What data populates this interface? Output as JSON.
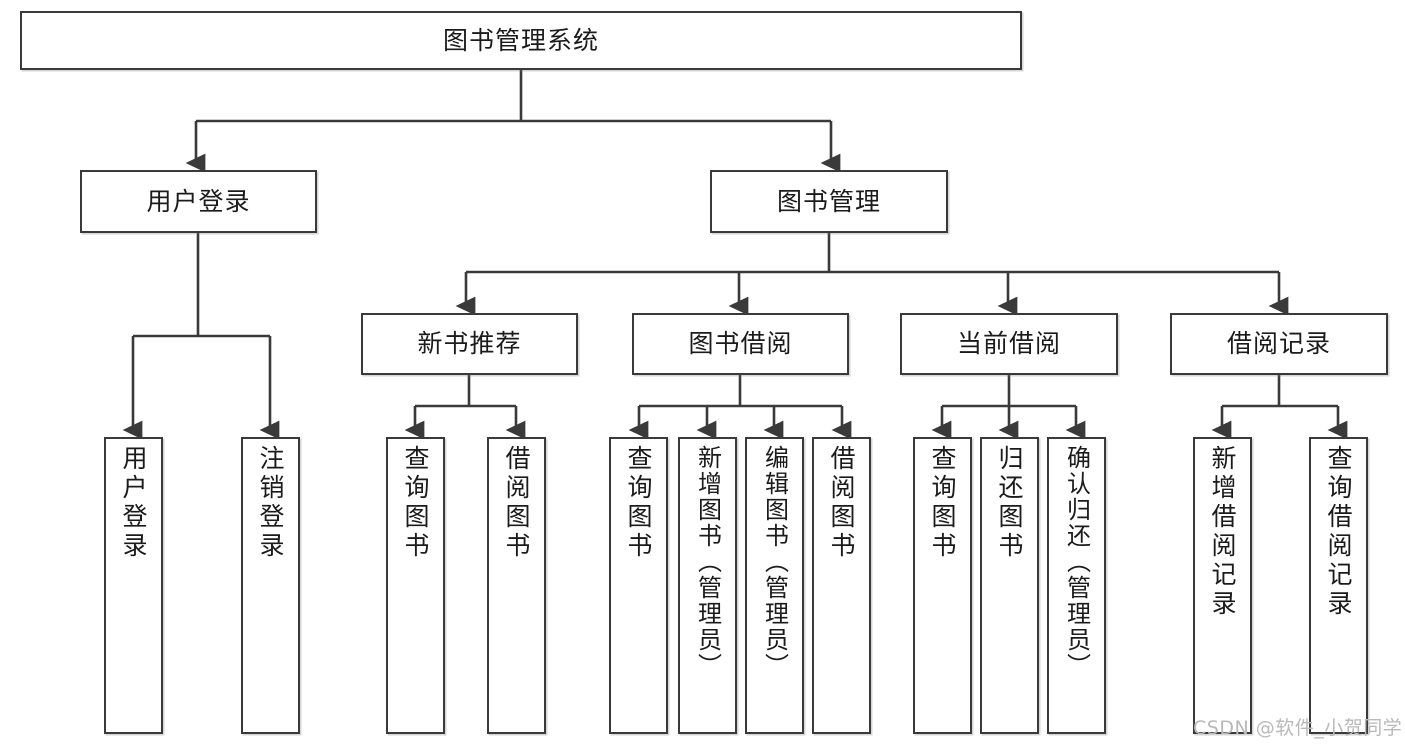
{
  "diagram": {
    "type": "tree-hierarchy-diagram",
    "title": "图书管理系统",
    "watermark": "CSDN @软件_小贺同学",
    "style": {
      "stroke": "#3a3a3a",
      "fill": "#ffffff",
      "text_color": "#1b1b1b",
      "watermark_color": "#b9b9b9",
      "background": "#ffffff"
    },
    "nodes": {
      "root": {
        "label": "图书管理系统",
        "orientation": "horizontal"
      },
      "level2": [
        {
          "id": "user-login",
          "label": "用户登录",
          "orientation": "horizontal"
        },
        {
          "id": "book-manage",
          "label": "图书管理",
          "orientation": "horizontal"
        }
      ],
      "level3": [
        {
          "id": "new-book-rec",
          "label": "新书推荐",
          "orientation": "horizontal"
        },
        {
          "id": "book-borrow",
          "label": "图书借阅",
          "orientation": "horizontal"
        },
        {
          "id": "current-borrow",
          "label": "当前借阅",
          "orientation": "horizontal"
        },
        {
          "id": "borrow-record",
          "label": "借阅记录",
          "orientation": "horizontal"
        }
      ],
      "leaves": [
        {
          "id": "leaf-user-login",
          "label": "用户登录",
          "parent": "user-login",
          "orientation": "vertical"
        },
        {
          "id": "leaf-logout",
          "label": "注销登录",
          "parent": "user-login",
          "orientation": "vertical"
        },
        {
          "id": "leaf-query-book-1",
          "label": "查询图书",
          "parent": "new-book-rec",
          "orientation": "vertical"
        },
        {
          "id": "leaf-borrow-book-1",
          "label": "借阅图书",
          "parent": "new-book-rec",
          "orientation": "vertical"
        },
        {
          "id": "leaf-query-book-2",
          "label": "查询图书",
          "parent": "book-borrow",
          "orientation": "vertical"
        },
        {
          "id": "leaf-add-book",
          "label": "新增图书（管理员）",
          "parent": "book-borrow",
          "orientation": "vertical"
        },
        {
          "id": "leaf-edit-book",
          "label": "编辑图书（管理员）",
          "parent": "book-borrow",
          "orientation": "vertical"
        },
        {
          "id": "leaf-borrow-book-2",
          "label": "借阅图书",
          "parent": "book-borrow",
          "orientation": "vertical"
        },
        {
          "id": "leaf-query-book-3",
          "label": "查询图书",
          "parent": "current-borrow",
          "orientation": "vertical"
        },
        {
          "id": "leaf-return-book",
          "label": "归还图书",
          "parent": "current-borrow",
          "orientation": "vertical"
        },
        {
          "id": "leaf-confirm-return",
          "label": "确认归还（管理员）",
          "parent": "current-borrow",
          "orientation": "vertical"
        },
        {
          "id": "leaf-add-record",
          "label": "新增借阅记录",
          "parent": "borrow-record",
          "orientation": "vertical"
        },
        {
          "id": "leaf-query-record",
          "label": "查询借阅记录",
          "parent": "borrow-record",
          "orientation": "vertical"
        }
      ]
    }
  }
}
